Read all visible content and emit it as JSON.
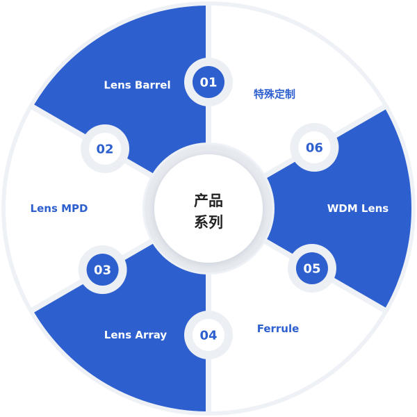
{
  "center": {
    "line1": "产品",
    "line2": "系列"
  },
  "segments": [
    {
      "number": "01",
      "label": "特殊定制"
    },
    {
      "number": "06",
      "label": "WDM Lens"
    },
    {
      "number": "05",
      "label": "Ferrule"
    },
    {
      "number": "04",
      "label": "Lens Array"
    },
    {
      "number": "03",
      "label": "Lens MPD"
    },
    {
      "number": "02",
      "label": "Lens Barrel"
    }
  ],
  "colors": {
    "blue": "#2d5fcf",
    "white": "#ffffff",
    "center_text": "#222222",
    "ring": "#e9ecf1"
  }
}
